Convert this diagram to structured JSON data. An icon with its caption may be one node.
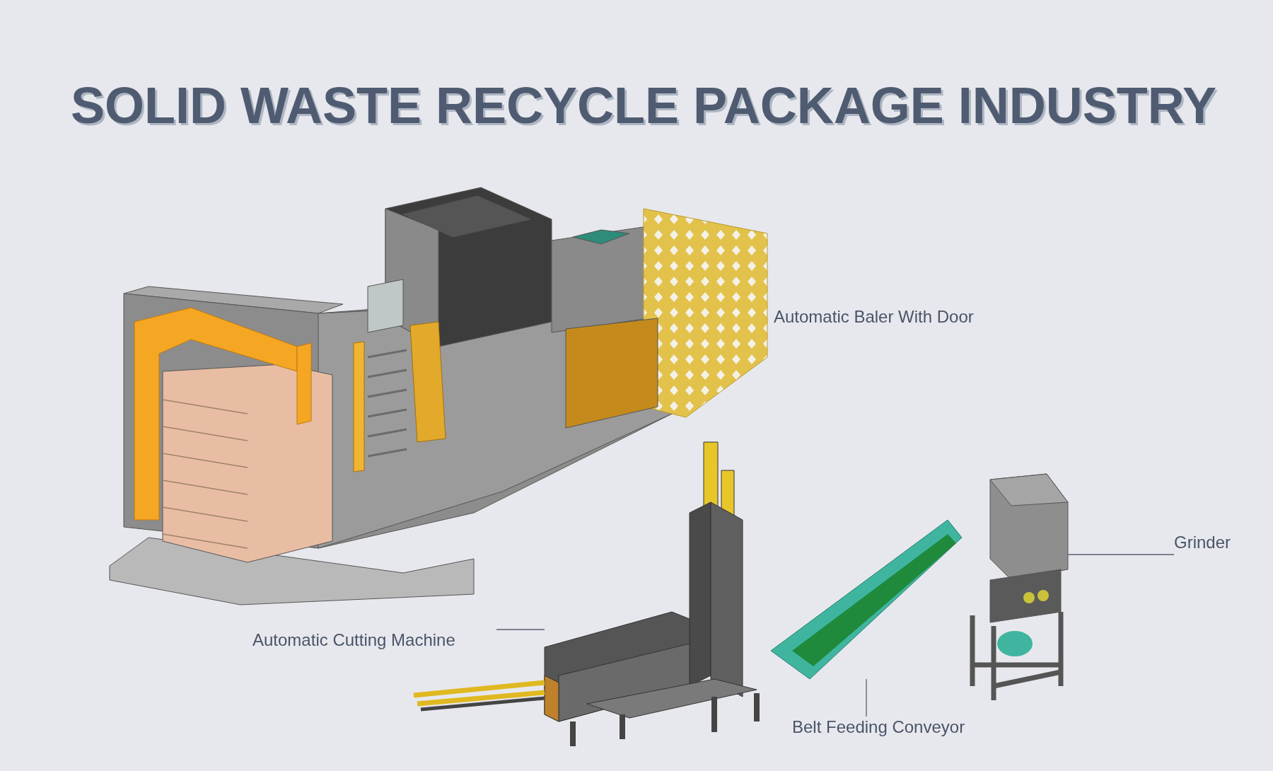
{
  "diagram": {
    "title": "SOLID WASTE RECYCLE PACKAGE INDUSTRY",
    "nodes": [
      {
        "text": [
          "Automatic Cutting Machine"
        ]
      },
      {
        "text": [],
        "shape": "picture"
      },
      {
        "text": [],
        "shape": "picture"
      },
      {
        "text": [
          "Belt Feeding Conveyor"
        ]
      },
      {
        "text": [
          "Grinder"
        ]
      },
      {
        "text": [],
        "shape": "picture"
      }
    ],
    "edges": [
      {
        "from": 0,
        "to": 1,
        "arrow": "none"
      },
      {
        "from": 3,
        "to": 2,
        "arrow": "none"
      },
      {
        "from": 4,
        "to": 5,
        "arrow": "none"
      }
    ],
    "labels": [
      "Automatic Baler With Door"
    ]
  }
}
